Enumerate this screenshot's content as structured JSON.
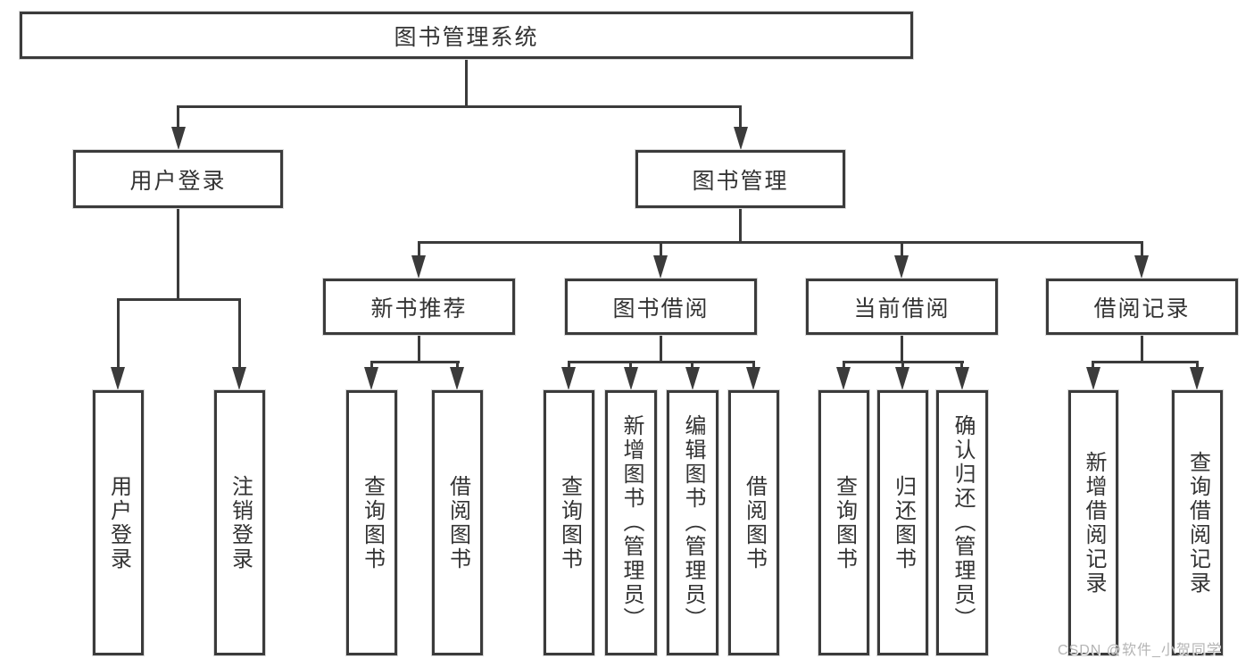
{
  "diagram": {
    "root": {
      "label": "图书管理系统"
    },
    "branches": [
      {
        "label": "用户登录",
        "children": [
          {
            "label": "用户登录"
          },
          {
            "label": "注销登录"
          }
        ]
      },
      {
        "label": "图书管理",
        "children": [
          {
            "label": "新书推荐",
            "children": [
              {
                "label": "查询图书"
              },
              {
                "label": "借阅图书"
              }
            ]
          },
          {
            "label": "图书借阅",
            "children": [
              {
                "label": "查询图书"
              },
              {
                "label": "新增图书（管理员）"
              },
              {
                "label": "编辑图书（管理员）"
              },
              {
                "label": "借阅图书"
              }
            ]
          },
          {
            "label": "当前借阅",
            "children": [
              {
                "label": "查询图书"
              },
              {
                "label": "归还图书"
              },
              {
                "label": "确认归还（管理员）"
              }
            ]
          },
          {
            "label": "借阅记录",
            "children": [
              {
                "label": "新增借阅记录"
              },
              {
                "label": "查询借阅记录"
              }
            ]
          }
        ]
      }
    ]
  },
  "watermark": "CSDN @软件_小贺同学",
  "colors": {
    "line": "#3b3b3b",
    "text": "#333333",
    "watermark_gray": "#b4b4b4",
    "background": "#ffffff"
  }
}
